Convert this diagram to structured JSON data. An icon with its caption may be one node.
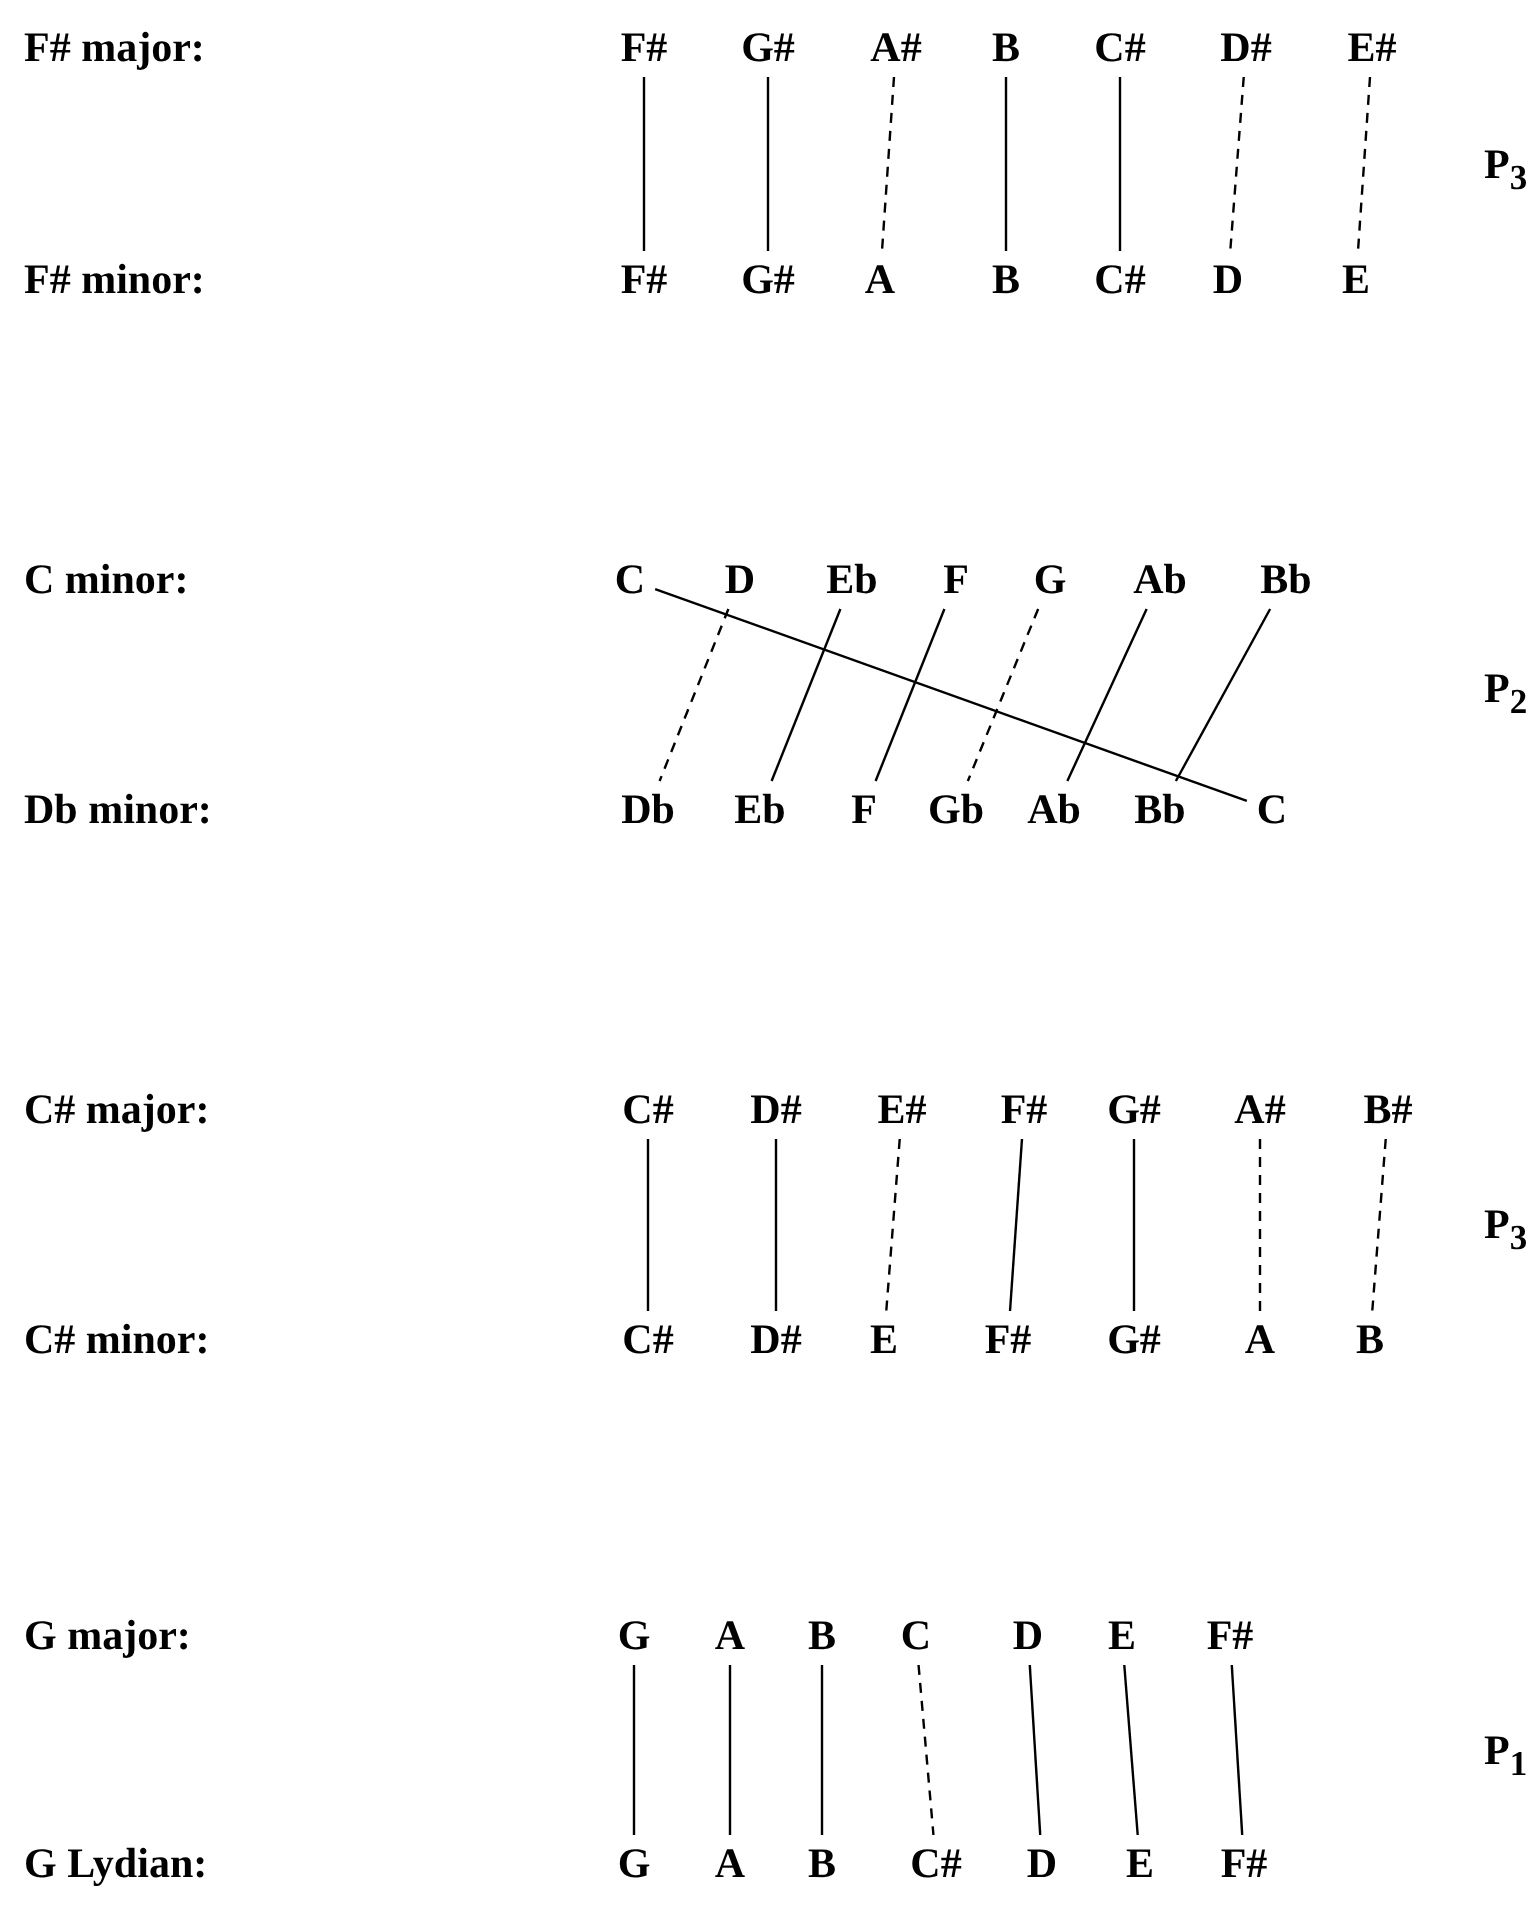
{
  "diagram": {
    "nodes": [
      {
        "text": [
          "F#"
        ]
      },
      {
        "text": [
          "G#"
        ]
      },
      {
        "text": [
          "A#"
        ]
      },
      {
        "text": [
          "B"
        ]
      },
      {
        "text": [
          "C#"
        ]
      },
      {
        "text": [
          "D#"
        ]
      },
      {
        "text": [
          "E#"
        ]
      },
      {
        "text": [
          "F#"
        ]
      },
      {
        "text": [
          "G#"
        ]
      },
      {
        "text": [
          "A"
        ]
      },
      {
        "text": [
          "B"
        ]
      },
      {
        "text": [
          "C#"
        ]
      },
      {
        "text": [
          "D"
        ]
      },
      {
        "text": [
          "E"
        ]
      },
      {
        "text": [
          "C"
        ]
      },
      {
        "text": [
          "D"
        ]
      },
      {
        "text": [
          "Eb"
        ]
      },
      {
        "text": [
          "F"
        ]
      },
      {
        "text": [
          "G"
        ]
      },
      {
        "text": [
          "Ab"
        ]
      },
      {
        "text": [
          "Bb"
        ]
      },
      {
        "text": [
          "Db"
        ]
      },
      {
        "text": [
          "Eb"
        ]
      },
      {
        "text": [
          "F"
        ]
      },
      {
        "text": [
          "Gb"
        ]
      },
      {
        "text": [
          "Ab"
        ]
      },
      {
        "text": [
          "Bb"
        ]
      },
      {
        "text": [
          "C"
        ]
      },
      {
        "text": [
          "C#"
        ]
      },
      {
        "text": [
          "D#"
        ]
      },
      {
        "text": [
          "E#"
        ]
      },
      {
        "text": [
          "F#"
        ]
      },
      {
        "text": [
          "G#"
        ]
      },
      {
        "text": [
          "A#"
        ]
      },
      {
        "text": [
          "B#"
        ]
      },
      {
        "text": [
          "C#"
        ]
      },
      {
        "text": [
          "D#"
        ]
      },
      {
        "text": [
          "E"
        ]
      },
      {
        "text": [
          "F#"
        ]
      },
      {
        "text": [
          "G#"
        ]
      },
      {
        "text": [
          "A"
        ]
      },
      {
        "text": [
          "B"
        ]
      },
      {
        "text": [
          "G"
        ]
      },
      {
        "text": [
          "A"
        ]
      },
      {
        "text": [
          "B"
        ]
      },
      {
        "text": [
          "C"
        ]
      },
      {
        "text": [
          "D"
        ]
      },
      {
        "text": [
          "E"
        ]
      },
      {
        "text": [
          "F#"
        ]
      },
      {
        "text": [
          "G"
        ]
      },
      {
        "text": [
          "A"
        ]
      },
      {
        "text": [
          "B"
        ]
      },
      {
        "text": [
          "C#"
        ]
      },
      {
        "text": [
          "D"
        ]
      },
      {
        "text": [
          "E"
        ]
      },
      {
        "text": [
          "F#"
        ]
      }
    ],
    "edges": [
      {
        "from": 0,
        "to": 7,
        "arrow": "none"
      },
      {
        "from": 1,
        "to": 8,
        "arrow": "none"
      },
      {
        "from": 2,
        "to": 9,
        "arrow": "none",
        "style": "dashed"
      },
      {
        "from": 3,
        "to": 10,
        "arrow": "none"
      },
      {
        "from": 4,
        "to": 11,
        "arrow": "none"
      },
      {
        "from": 5,
        "to": 12,
        "arrow": "none",
        "style": "dashed"
      },
      {
        "from": 6,
        "to": 13,
        "arrow": "none",
        "style": "dashed"
      },
      {
        "from": 14,
        "to": 27,
        "arrow": "none"
      },
      {
        "from": 15,
        "to": 21,
        "arrow": "none",
        "style": "dashed"
      },
      {
        "from": 16,
        "to": 22,
        "arrow": "none"
      },
      {
        "from": 17,
        "to": 23,
        "arrow": "none"
      },
      {
        "from": 18,
        "to": 24,
        "arrow": "none",
        "style": "dashed"
      },
      {
        "from": 19,
        "to": 25,
        "arrow": "none"
      },
      {
        "from": 20,
        "to": 26,
        "arrow": "none"
      },
      {
        "from": 28,
        "to": 35,
        "arrow": "none"
      },
      {
        "from": 29,
        "to": 36,
        "arrow": "none"
      },
      {
        "from": 30,
        "to": 37,
        "arrow": "none",
        "style": "dashed"
      },
      {
        "from": 31,
        "to": 38,
        "arrow": "none"
      },
      {
        "from": 32,
        "to": 39,
        "arrow": "none"
      },
      {
        "from": 33,
        "to": 40,
        "arrow": "none",
        "style": "dashed"
      },
      {
        "from": 34,
        "to": 41,
        "arrow": "none",
        "style": "dashed"
      },
      {
        "from": 42,
        "to": 49,
        "arrow": "none"
      },
      {
        "from": 43,
        "to": 50,
        "arrow": "none"
      },
      {
        "from": 44,
        "to": 51,
        "arrow": "none"
      },
      {
        "from": 45,
        "to": 52,
        "arrow": "none",
        "style": "dashed"
      },
      {
        "from": 46,
        "to": 53,
        "arrow": "none"
      },
      {
        "from": 47,
        "to": 54,
        "arrow": "none"
      },
      {
        "from": 48,
        "to": 55,
        "arrow": "none"
      }
    ],
    "labels": [
      "F# major:",
      "F# minor:",
      "P$_{3}$",
      "C minor:",
      "Db minor:",
      "P$_{2}$",
      "C# major:",
      "C# minor:",
      "P$_{3}$",
      "G major:",
      "G Lydian:",
      "P$_{1}$"
    ]
  }
}
